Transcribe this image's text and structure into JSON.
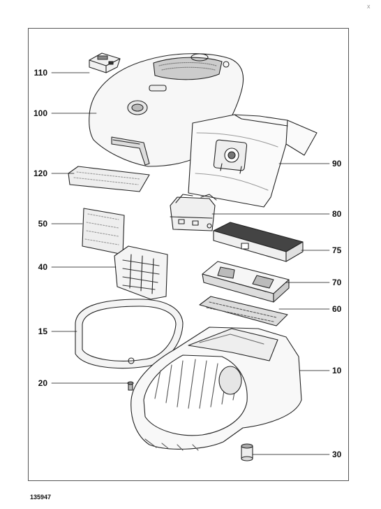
{
  "diagram": {
    "part_labels": {
      "p110": "110",
      "p100": "100",
      "p90": "90",
      "p120": "120",
      "p80": "80",
      "p50": "50",
      "p75": "75",
      "p40": "40",
      "p70": "70",
      "p60": "60",
      "p15": "15",
      "p10": "10",
      "p20": "20",
      "p30": "30"
    },
    "drawing_number": "135947",
    "corner_mark": "x"
  }
}
